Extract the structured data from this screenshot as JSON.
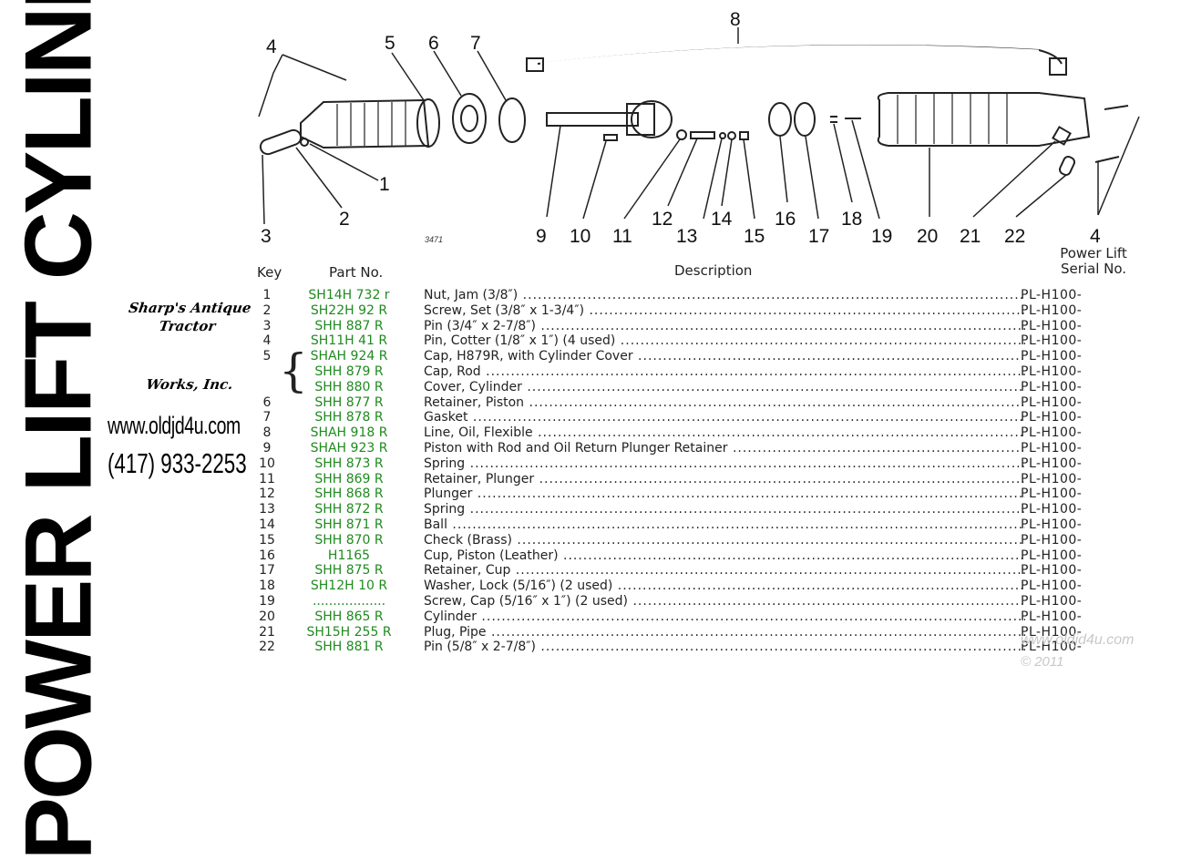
{
  "title": "POWER LIFT CYLINDER",
  "dealer": {
    "name_line1": "Sharp's Antique Tractor",
    "name_line2": "Works, Inc.",
    "website": "www.oldjd4u.com",
    "phone": "(417) 933-2253"
  },
  "diagram": {
    "callouts": [
      "1",
      "2",
      "3",
      "4",
      "5",
      "6",
      "7",
      "8",
      "9",
      "10",
      "11",
      "12",
      "13",
      "14",
      "15",
      "16",
      "17",
      "18",
      "19",
      "20",
      "21",
      "22",
      "4"
    ],
    "small_text": "3471"
  },
  "headers": {
    "key": "Key",
    "part": "Part No.",
    "description": "Description",
    "serial_line1": "Power Lift",
    "serial_line2": "Serial No."
  },
  "rows": [
    {
      "key": "1",
      "part": "SH14H 732 r",
      "desc": "Nut, Jam (3/8″)",
      "serial": "PL-H100-"
    },
    {
      "key": "2",
      "part": "SH22H 92 R",
      "desc": "Screw, Set (3/8″ x 1-3/4″)",
      "serial": "PL-H100-"
    },
    {
      "key": "3",
      "part": "SHH 887 R",
      "desc": "Pin (3/4″ x 2-7/8″)",
      "serial": "PL-H100-"
    },
    {
      "key": "4",
      "part": "SH11H 41 R",
      "desc": "Pin, Cotter (1/8″ x 1″) (4 used)",
      "serial": "PL-H100-"
    },
    {
      "key": "5",
      "part": "SHAH 924 R",
      "desc": "Cap, H879R, with Cylinder Cover",
      "serial": "PL-H100-"
    },
    {
      "key": "",
      "part": "SHH 879 R",
      "desc": "Cap, Rod",
      "serial": "PL-H100-"
    },
    {
      "key": "",
      "part": "SHH 880 R",
      "desc": "Cover, Cylinder",
      "serial": "PL-H100-"
    },
    {
      "key": "6",
      "part": "SHH 877 R",
      "desc": "Retainer, Piston",
      "serial": "PL-H100-"
    },
    {
      "key": "7",
      "part": "SHH 878 R",
      "desc": "Gasket",
      "serial": "PL-H100-"
    },
    {
      "key": "8",
      "part": "SHAH 918 R",
      "desc": "Line, Oil, Flexible",
      "serial": "PL-H100-"
    },
    {
      "key": "9",
      "part": "SHAH 923 R",
      "desc": "Piston with Rod and Oil Return Plunger Retainer",
      "serial": "PL-H100-"
    },
    {
      "key": "10",
      "part": "SHH 873 R",
      "desc": "Spring",
      "serial": "PL-H100-"
    },
    {
      "key": "11",
      "part": "SHH 869 R",
      "desc": "Retainer, Plunger",
      "serial": "PL-H100-"
    },
    {
      "key": "12",
      "part": "SHH 868 R",
      "desc": "Plunger",
      "serial": "PL-H100-"
    },
    {
      "key": "13",
      "part": "SHH 872 R",
      "desc": "Spring",
      "serial": "PL-H100-"
    },
    {
      "key": "14",
      "part": "SHH 871 R",
      "desc": "Ball",
      "serial": "PL-H100-"
    },
    {
      "key": "15",
      "part": "SHH 870 R",
      "desc": "Check (Brass)",
      "serial": "PL-H100-"
    },
    {
      "key": "16",
      "part": "H1165",
      "desc": "Cup, Piston (Leather)",
      "serial": "PL-H100-"
    },
    {
      "key": "17",
      "part": "SHH 875 R",
      "desc": "Retainer, Cup",
      "serial": "PL-H100-"
    },
    {
      "key": "18",
      "part": "SH12H 10 R",
      "desc": "Washer, Lock (5/16″) (2 used)",
      "serial": "PL-H100-"
    },
    {
      "key": "19",
      "part": "..................",
      "desc": "Screw, Cap (5/16″ x 1″) (2 used)",
      "serial": "PL-H100-"
    },
    {
      "key": "20",
      "part": "SHH 865 R",
      "desc": "Cylinder",
      "serial": "PL-H100-"
    },
    {
      "key": "21",
      "part": "SH15H 255 R",
      "desc": "Plug, Pipe",
      "serial": "PL-H100-"
    },
    {
      "key": "22",
      "part": "SHH 881 R",
      "desc": "Pin (5/8″ x 2-7/8″)",
      "serial": "PL-H100-"
    }
  ],
  "watermark": "www.oldjd4u.com",
  "copyright": "© 2011"
}
